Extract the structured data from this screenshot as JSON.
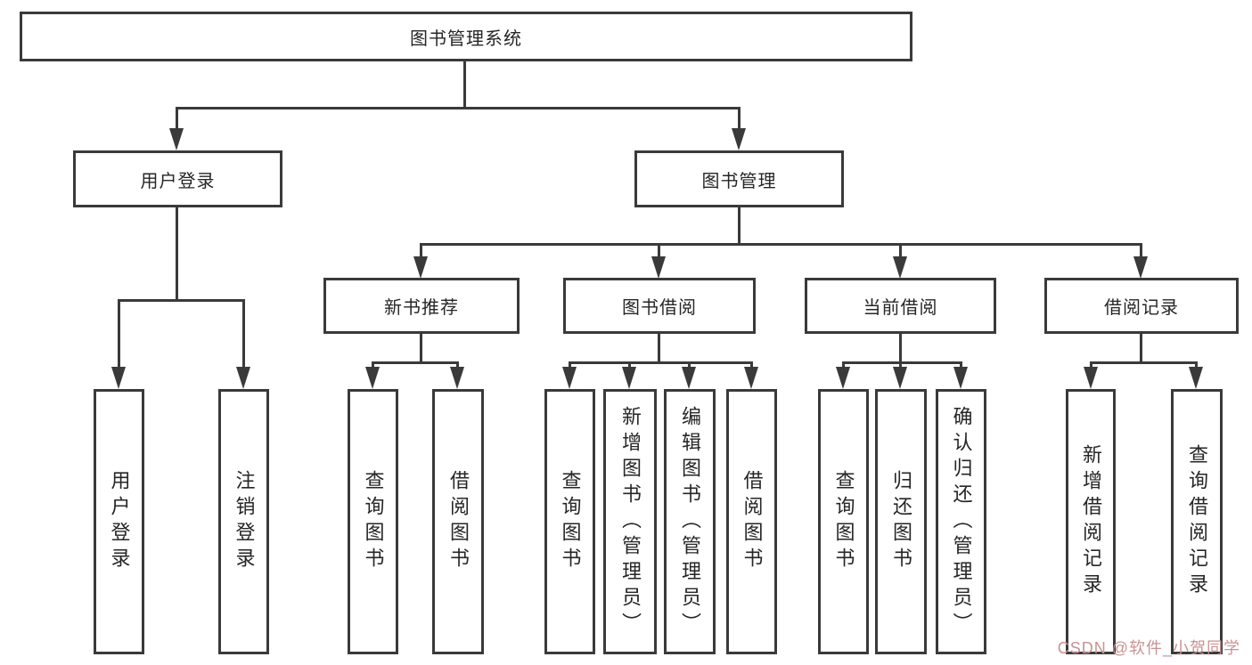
{
  "tree": {
    "label": "图书管理系统",
    "children": [
      {
        "label": "用户登录",
        "children": [
          {
            "label": "用户登录"
          },
          {
            "label": "注销登录"
          }
        ]
      },
      {
        "label": "图书管理",
        "children": [
          {
            "label": "新书推荐",
            "children": [
              {
                "label": "查询图书"
              },
              {
                "label": "借阅图书"
              }
            ]
          },
          {
            "label": "图书借阅",
            "children": [
              {
                "label": "查询图书"
              },
              {
                "label": "新增图书（管理员）"
              },
              {
                "label": "编辑图书（管理员）"
              },
              {
                "label": "借阅图书"
              }
            ]
          },
          {
            "label": "当前借阅",
            "children": [
              {
                "label": "查询图书"
              },
              {
                "label": "归还图书"
              },
              {
                "label": "确认归还（管理员）"
              }
            ]
          },
          {
            "label": "借阅记录",
            "children": [
              {
                "label": "新增借阅记录"
              },
              {
                "label": "查询借阅记录"
              }
            ]
          }
        ]
      }
    ]
  },
  "watermark": {
    "text": "CSDN @软件_小贺同学"
  },
  "colors": {
    "line": "#3a3a3a",
    "text": "#262626",
    "background": "#ffffff",
    "watermark": "#c99292"
  }
}
